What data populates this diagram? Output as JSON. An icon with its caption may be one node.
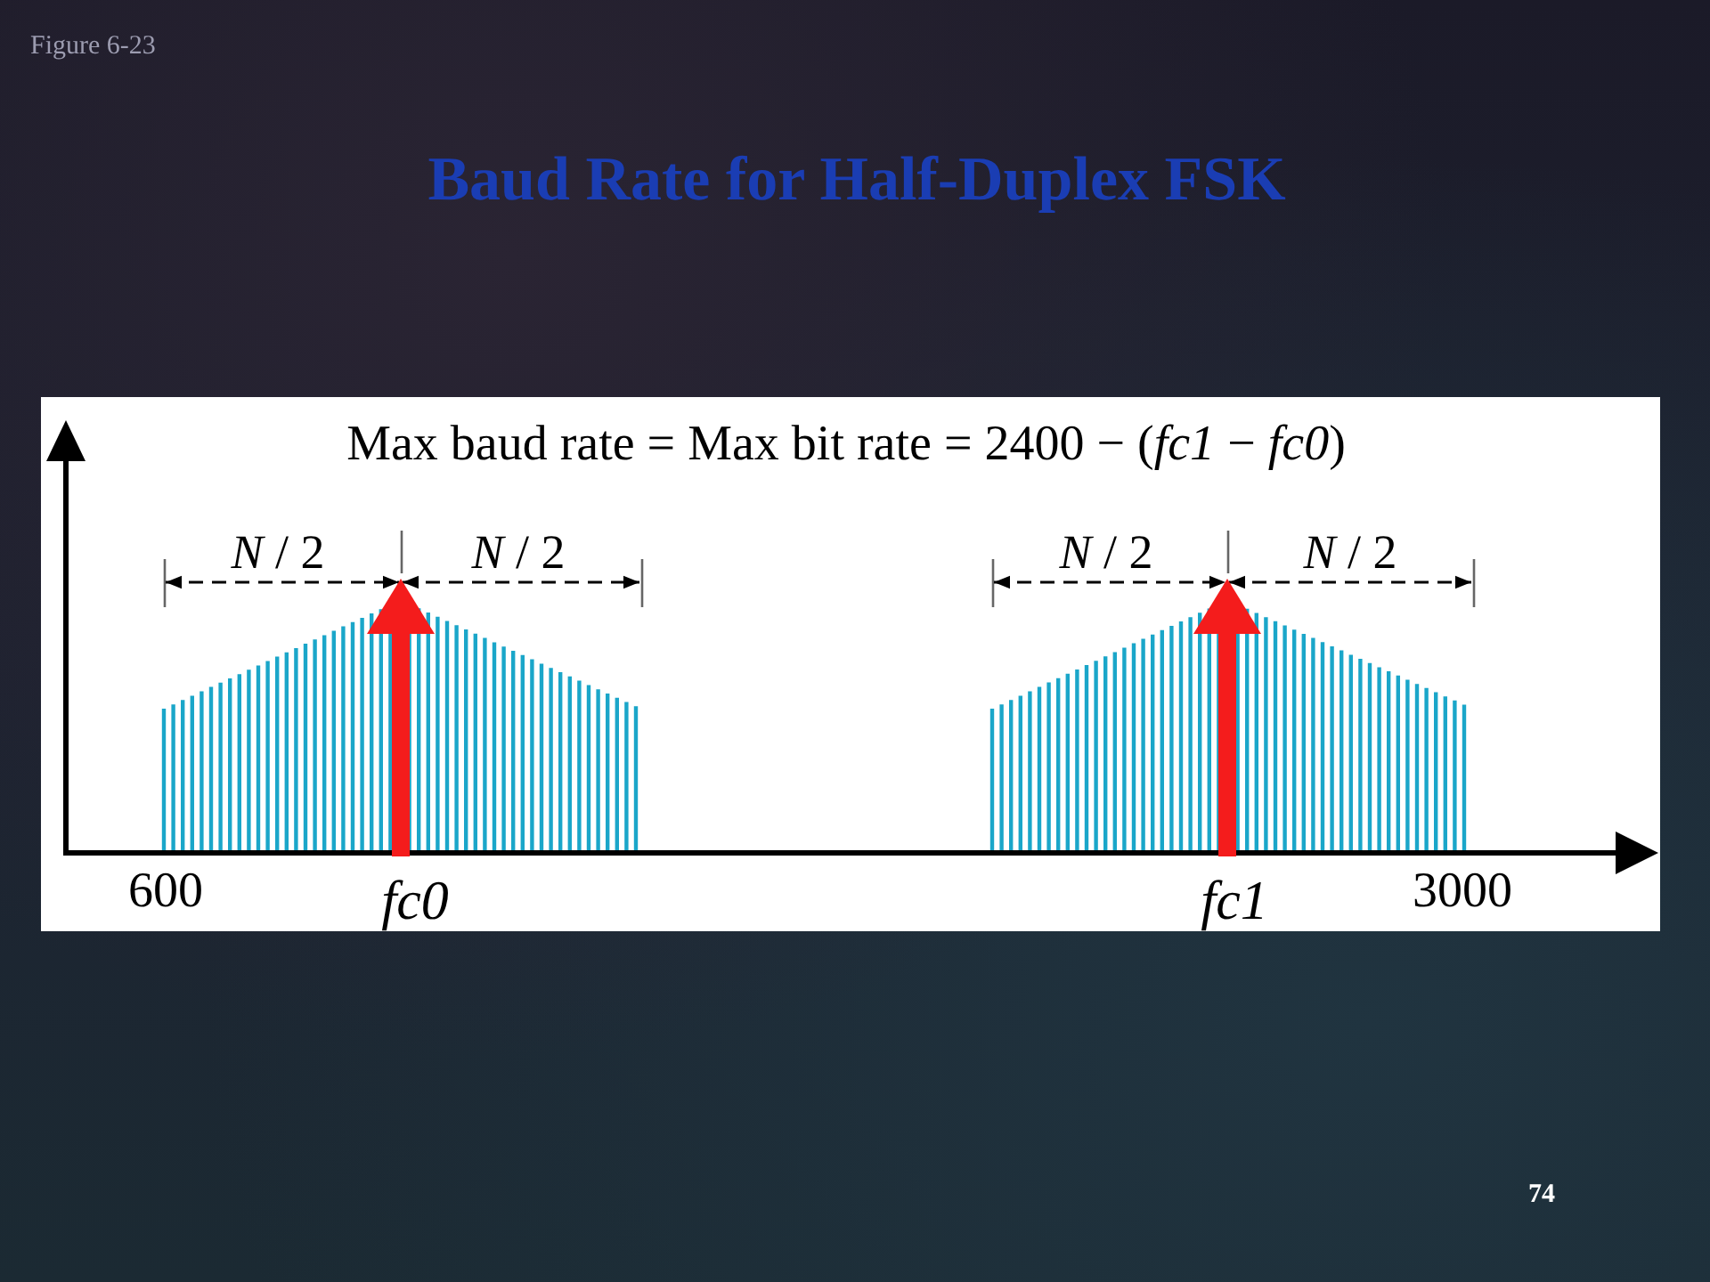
{
  "diagram": {
    "title": "Baud Rate for Half-Duplex FSK",
    "labels": [
      "Figure 6-23",
      "Max baud rate = Max bit rate = 2400 − (*fc1* − *fc0*)",
      "*N* / 2",
      "*N* / 2",
      "*N* / 2",
      "*N* / 2",
      "600",
      "fc0",
      "fc1",
      "3000",
      "74"
    ]
  }
}
